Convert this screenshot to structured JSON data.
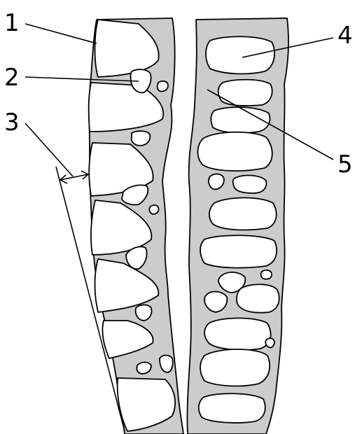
{
  "callouts": {
    "label_1": "1",
    "label_2": "2",
    "label_3": "3",
    "label_4": "4",
    "label_5": "5"
  },
  "colors": {
    "mortar": "#cccccc",
    "stone": "#ffffff",
    "outline": "#000000",
    "background": "#ffffff"
  }
}
